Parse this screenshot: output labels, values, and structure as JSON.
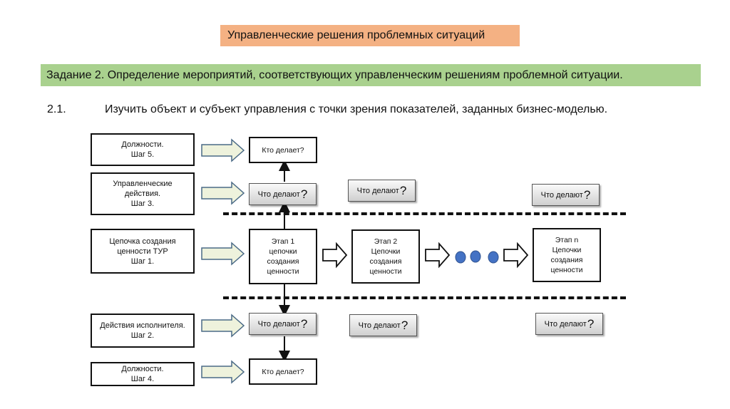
{
  "header": {
    "title": "Управленческие решения проблемных ситуаций",
    "task": "Задание 2. Определение мероприятий, соответствующих управленческим решениям проблемной ситуации.",
    "subtask_number": "2.1.",
    "subtask_text": "Изучить объект и субъект управления с точки зрения показателей, заданных бизнес-моделью."
  },
  "colors": {
    "title_bg": "#f4b183",
    "task_bg": "#a9d18e",
    "block_arrow_fill": "#eef2dc",
    "block_arrow_stroke": "#4a6a86",
    "dots": "#4472c4"
  },
  "left_labels": [
    {
      "text": "Должности.\nШаг 5."
    },
    {
      "text": "Управленческие\nдействия.\nШаг 3."
    },
    {
      "text": "Цепочка создания\nценности ТУР\nШаг 1."
    },
    {
      "text": "Действия исполнителя.\nШаг 2."
    },
    {
      "text": "Должности.\nШаг 4."
    }
  ],
  "who_boxes": [
    {
      "text": "Кто делает?"
    },
    {
      "text": "Кто делает?"
    }
  ],
  "what_boxes": {
    "label": "Что делают",
    "mark": "?",
    "count_top": 3,
    "count_bottom": 3
  },
  "stages": [
    {
      "text": "Этап  1\nцепочки\nсоздания\nценности"
    },
    {
      "text": "Этап  2\nЦепочки\nсоздания\nценности"
    },
    {
      "text": "Этап  n\nЦепочки\nсоздания\nценности"
    }
  ]
}
